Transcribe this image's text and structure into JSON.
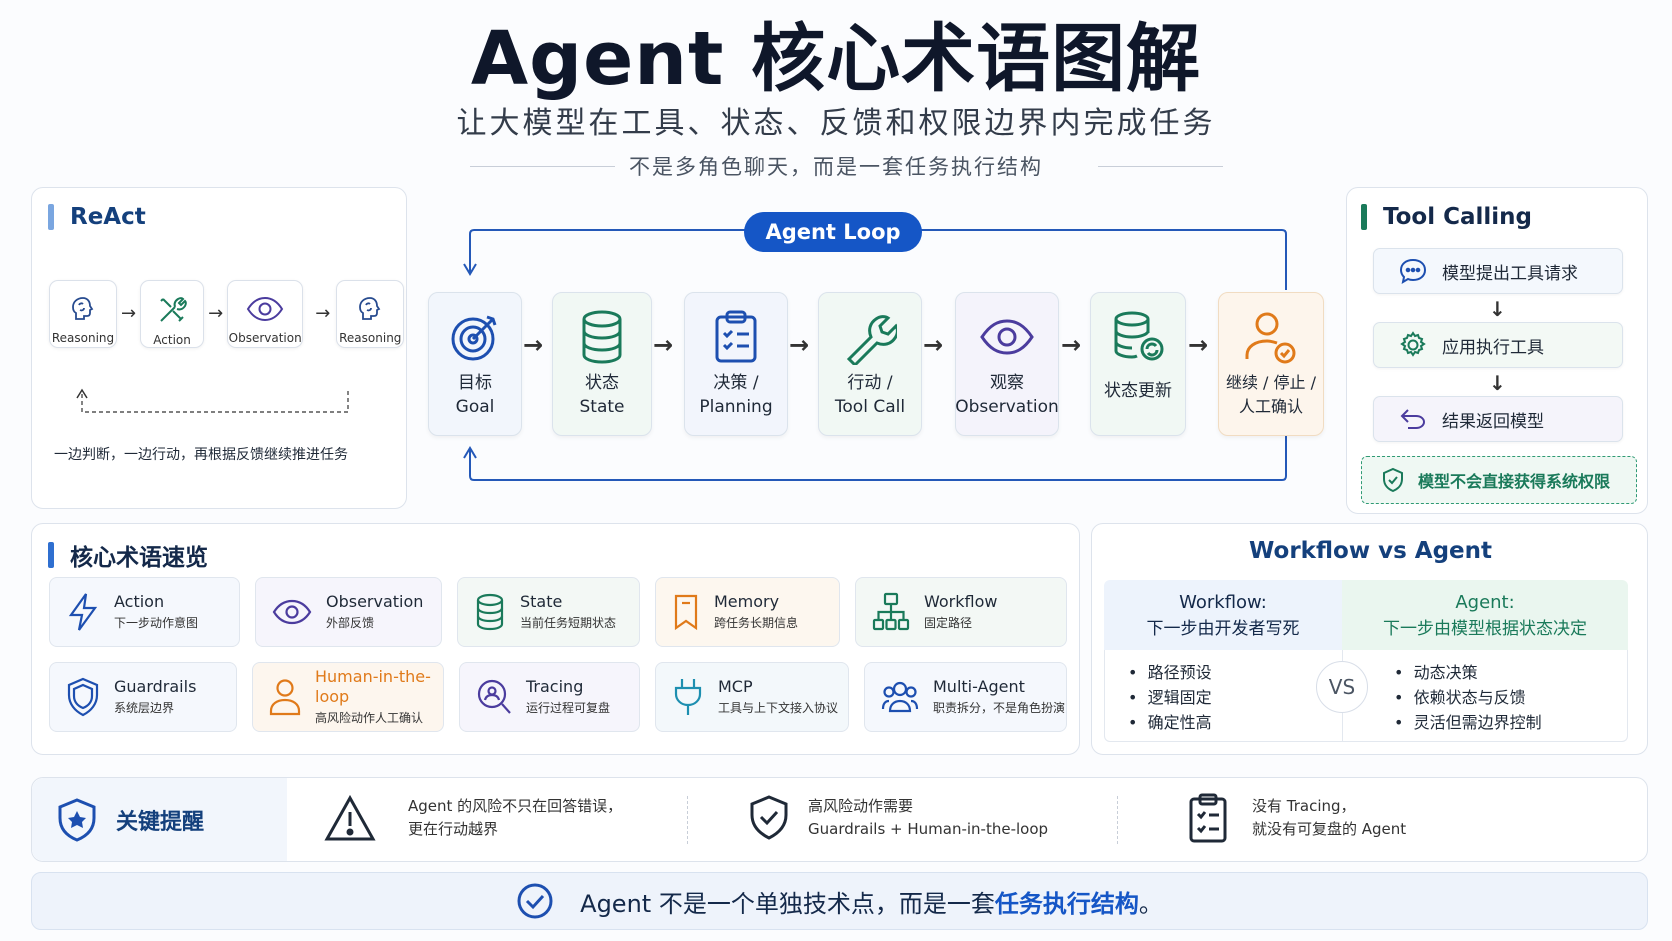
{
  "header": {
    "title": "Agent 核心术语图解",
    "subtitle": "让大模型在工具、状态、反馈和权限边界内完成任务",
    "tagline": "不是多角色聊天，而是一套任务执行结构"
  },
  "react": {
    "title": "ReAct",
    "steps": [
      "Reasoning",
      "Action",
      "Observation",
      "Reasoning"
    ],
    "caption": "一边判断，一边行动，再根据反馈继续推进任务"
  },
  "agent_loop": {
    "label": "Agent Loop",
    "steps": [
      {
        "line1": "目标",
        "line2": "Goal",
        "icon": "target-icon"
      },
      {
        "line1": "状态",
        "line2": "State",
        "icon": "database-icon"
      },
      {
        "line1": "决策 /",
        "line2": "Planning",
        "icon": "clipboard-icon"
      },
      {
        "line1": "行动 /",
        "line2": "Tool Call",
        "icon": "wrench-icon"
      },
      {
        "line1": "观察",
        "line2": "Observation",
        "icon": "eye-icon"
      },
      {
        "line1": "状态更新",
        "line2": "",
        "icon": "database-update-icon"
      },
      {
        "line1": "继续 / 停止 /",
        "line2": "人工确认",
        "icon": "user-check-icon"
      }
    ]
  },
  "tool_calling": {
    "title": "Tool Calling",
    "steps": [
      "模型提出工具请求",
      "应用执行工具",
      "结果返回模型"
    ],
    "note": "模型不会直接获得系统权限"
  },
  "terms": {
    "title": "核心术语速览",
    "row1": [
      {
        "name": "Action",
        "desc": "下一步动作意图"
      },
      {
        "name": "Observation",
        "desc": "外部反馈"
      },
      {
        "name": "State",
        "desc": "当前任务短期状态"
      },
      {
        "name": "Memory",
        "desc": "跨任务长期信息"
      },
      {
        "name": "Workflow",
        "desc": "固定路径"
      }
    ],
    "row2": [
      {
        "name": "Guardrails",
        "desc": "系统层边界"
      },
      {
        "name": "Human-in-the-loop",
        "desc": "高风险动作人工确认"
      },
      {
        "name": "Tracing",
        "desc": "运行过程可复盘"
      },
      {
        "name": "MCP",
        "desc": "工具与上下文接入协议"
      },
      {
        "name": "Multi-Agent",
        "desc": "职责拆分，不是角色扮演"
      }
    ]
  },
  "workflow_vs_agent": {
    "title": "Workflow vs Agent",
    "left_head1": "Workflow:",
    "left_head2": "下一步由开发者写死",
    "right_head1": "Agent:",
    "right_head2": "下一步由模型根据状态决定",
    "vs": "VS",
    "left_items": [
      "路径预设",
      "逻辑固定",
      "确定性高"
    ],
    "right_items": [
      "动态决策",
      "依赖状态与反馈",
      "灵活但需边界控制"
    ]
  },
  "alerts": {
    "title": "关键提醒",
    "items": [
      {
        "l1": "Agent 的风险不只在回答错误，",
        "l2": "更在行动越界"
      },
      {
        "l1": "高风险动作需要",
        "l2": "Guardrails + Human-in-the-loop"
      },
      {
        "l1": "没有 Tracing，",
        "l2": "就没有可复盘的 Agent"
      }
    ]
  },
  "footer": {
    "pre": "Agent 不是一个单独技术点，而是一套",
    "highlight": "任务执行结构",
    "post": "。"
  },
  "colors": {
    "primary": "#1556c6",
    "green": "#1a7a5a",
    "purple": "#4b3c9e",
    "orange": "#e07a1a"
  }
}
